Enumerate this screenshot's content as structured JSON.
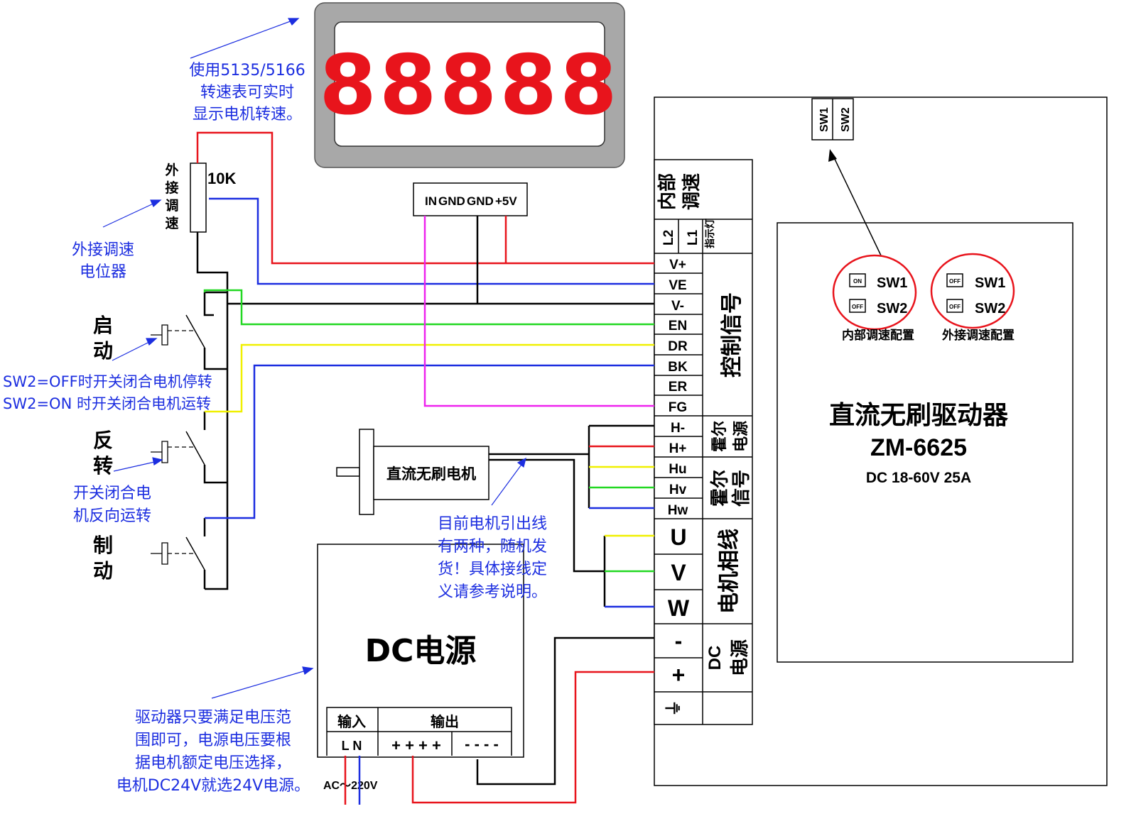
{
  "colors": {
    "red": "#e8141c",
    "blue": "#1c2ee0",
    "green": "#22d822",
    "yellow": "#f0f000",
    "magenta": "#ee22ee",
    "black": "#000000",
    "annotation": "#1c2ee0",
    "display_digits": "#e8141c",
    "display_bezel": "#a8a8a8"
  },
  "display": {
    "digits": "88888"
  },
  "notes": {
    "tachometer": [
      "使用5135/5166",
      "转速表可实时",
      "显示电机转速。"
    ],
    "pot": [
      "外接调速",
      "电位器"
    ],
    "start_switch": [
      "SW2=OFF时开关闭合电机停转",
      "SW2=ON 时开关闭合电机运转"
    ],
    "reverse_switch": [
      "开关闭合电",
      "机反向运转"
    ],
    "motor_wires": [
      "目前电机引出线",
      "有两种，随机发",
      "货！具体接线定",
      "义请参考说明。"
    ],
    "power_supply": [
      "驱动器只要满足电压范",
      "围即可，电源电压要根",
      "据电机额定电压选择，",
      "电机DC24V就选24V电源。"
    ]
  },
  "potentiometer": {
    "vertical_label": [
      "外",
      "接",
      "调",
      "速"
    ],
    "value": "10K"
  },
  "switches": {
    "start": [
      "启",
      "动"
    ],
    "reverse": [
      "反",
      "转"
    ],
    "brake": [
      "制",
      "动"
    ]
  },
  "tach_connector": [
    "IN",
    "GND",
    "GND",
    "+5V"
  ],
  "motor": {
    "label": "直流无刷电机"
  },
  "power": {
    "title": "DC电源",
    "input_label": "输入",
    "output_label": "输出",
    "ln": "L N",
    "plus": "+ + + +",
    "minus": "- - - -",
    "ac": "AC～220V"
  },
  "driver": {
    "name": "直流无刷驱动器",
    "model": "ZM-6625",
    "spec": "DC 18-60V 25A",
    "dip": [
      "SW1",
      "SW2"
    ],
    "internal_speed": "内部\n调速",
    "leds": [
      "L2",
      "L1"
    ],
    "indicator": "指示灯",
    "groups": {
      "control": "控制信号",
      "hall_power": "霍尔\n电源",
      "hall_signal": "霍尔\n信号",
      "motor_phase": "电机相线",
      "dc_power": "DC\n电源"
    },
    "pins_control": [
      "V+",
      "VE",
      "V-",
      "EN",
      "DR",
      "BK",
      "ER",
      "FG"
    ],
    "pins_hall_power": [
      "H-",
      "H+"
    ],
    "pins_hall_signal": [
      "Hu",
      "Hv",
      "Hw"
    ],
    "pins_phase": [
      "U",
      "V",
      "W"
    ],
    "pins_power": [
      "-",
      "+"
    ],
    "ground_symbol": "⏚",
    "config_internal": {
      "title": "内部调速配置",
      "sw1": "ON",
      "sw2": "OFF",
      "labels": [
        "SW1",
        "SW2"
      ]
    },
    "config_external": {
      "title": "外接调速配置",
      "sw1": "OFF",
      "sw2": "OFF",
      "labels": [
        "SW1",
        "SW2"
      ]
    }
  }
}
